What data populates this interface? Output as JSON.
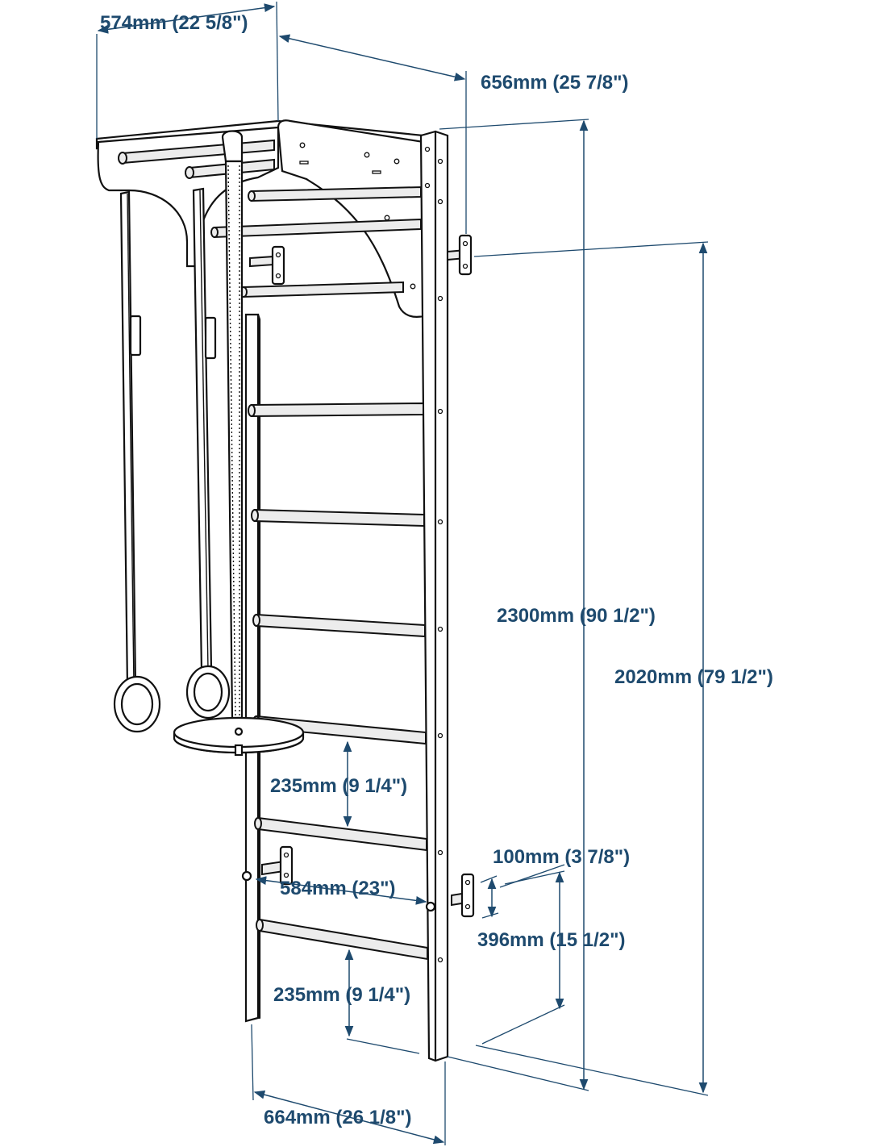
{
  "colors": {
    "dimension": "#1e4a6e",
    "line_art": "#111111",
    "background": "#ffffff"
  },
  "dimensions": {
    "top_depth": "574mm (22 5/8\")",
    "top_width": "656mm (25 7/8\")",
    "total_height": "2300mm (90 1/2\")",
    "ladder_height": "2020mm (79 1/2\")",
    "rung_spacing_upper": "235mm (9 1/4\")",
    "rung_spacing_lower": "235mm (9 1/4\")",
    "bracket_depth": "100mm (3 7/8\")",
    "inner_width": "584mm (23\")",
    "bracket_height": "396mm (15 1/2\")",
    "base_width": "664mm (26 1/8\")"
  }
}
